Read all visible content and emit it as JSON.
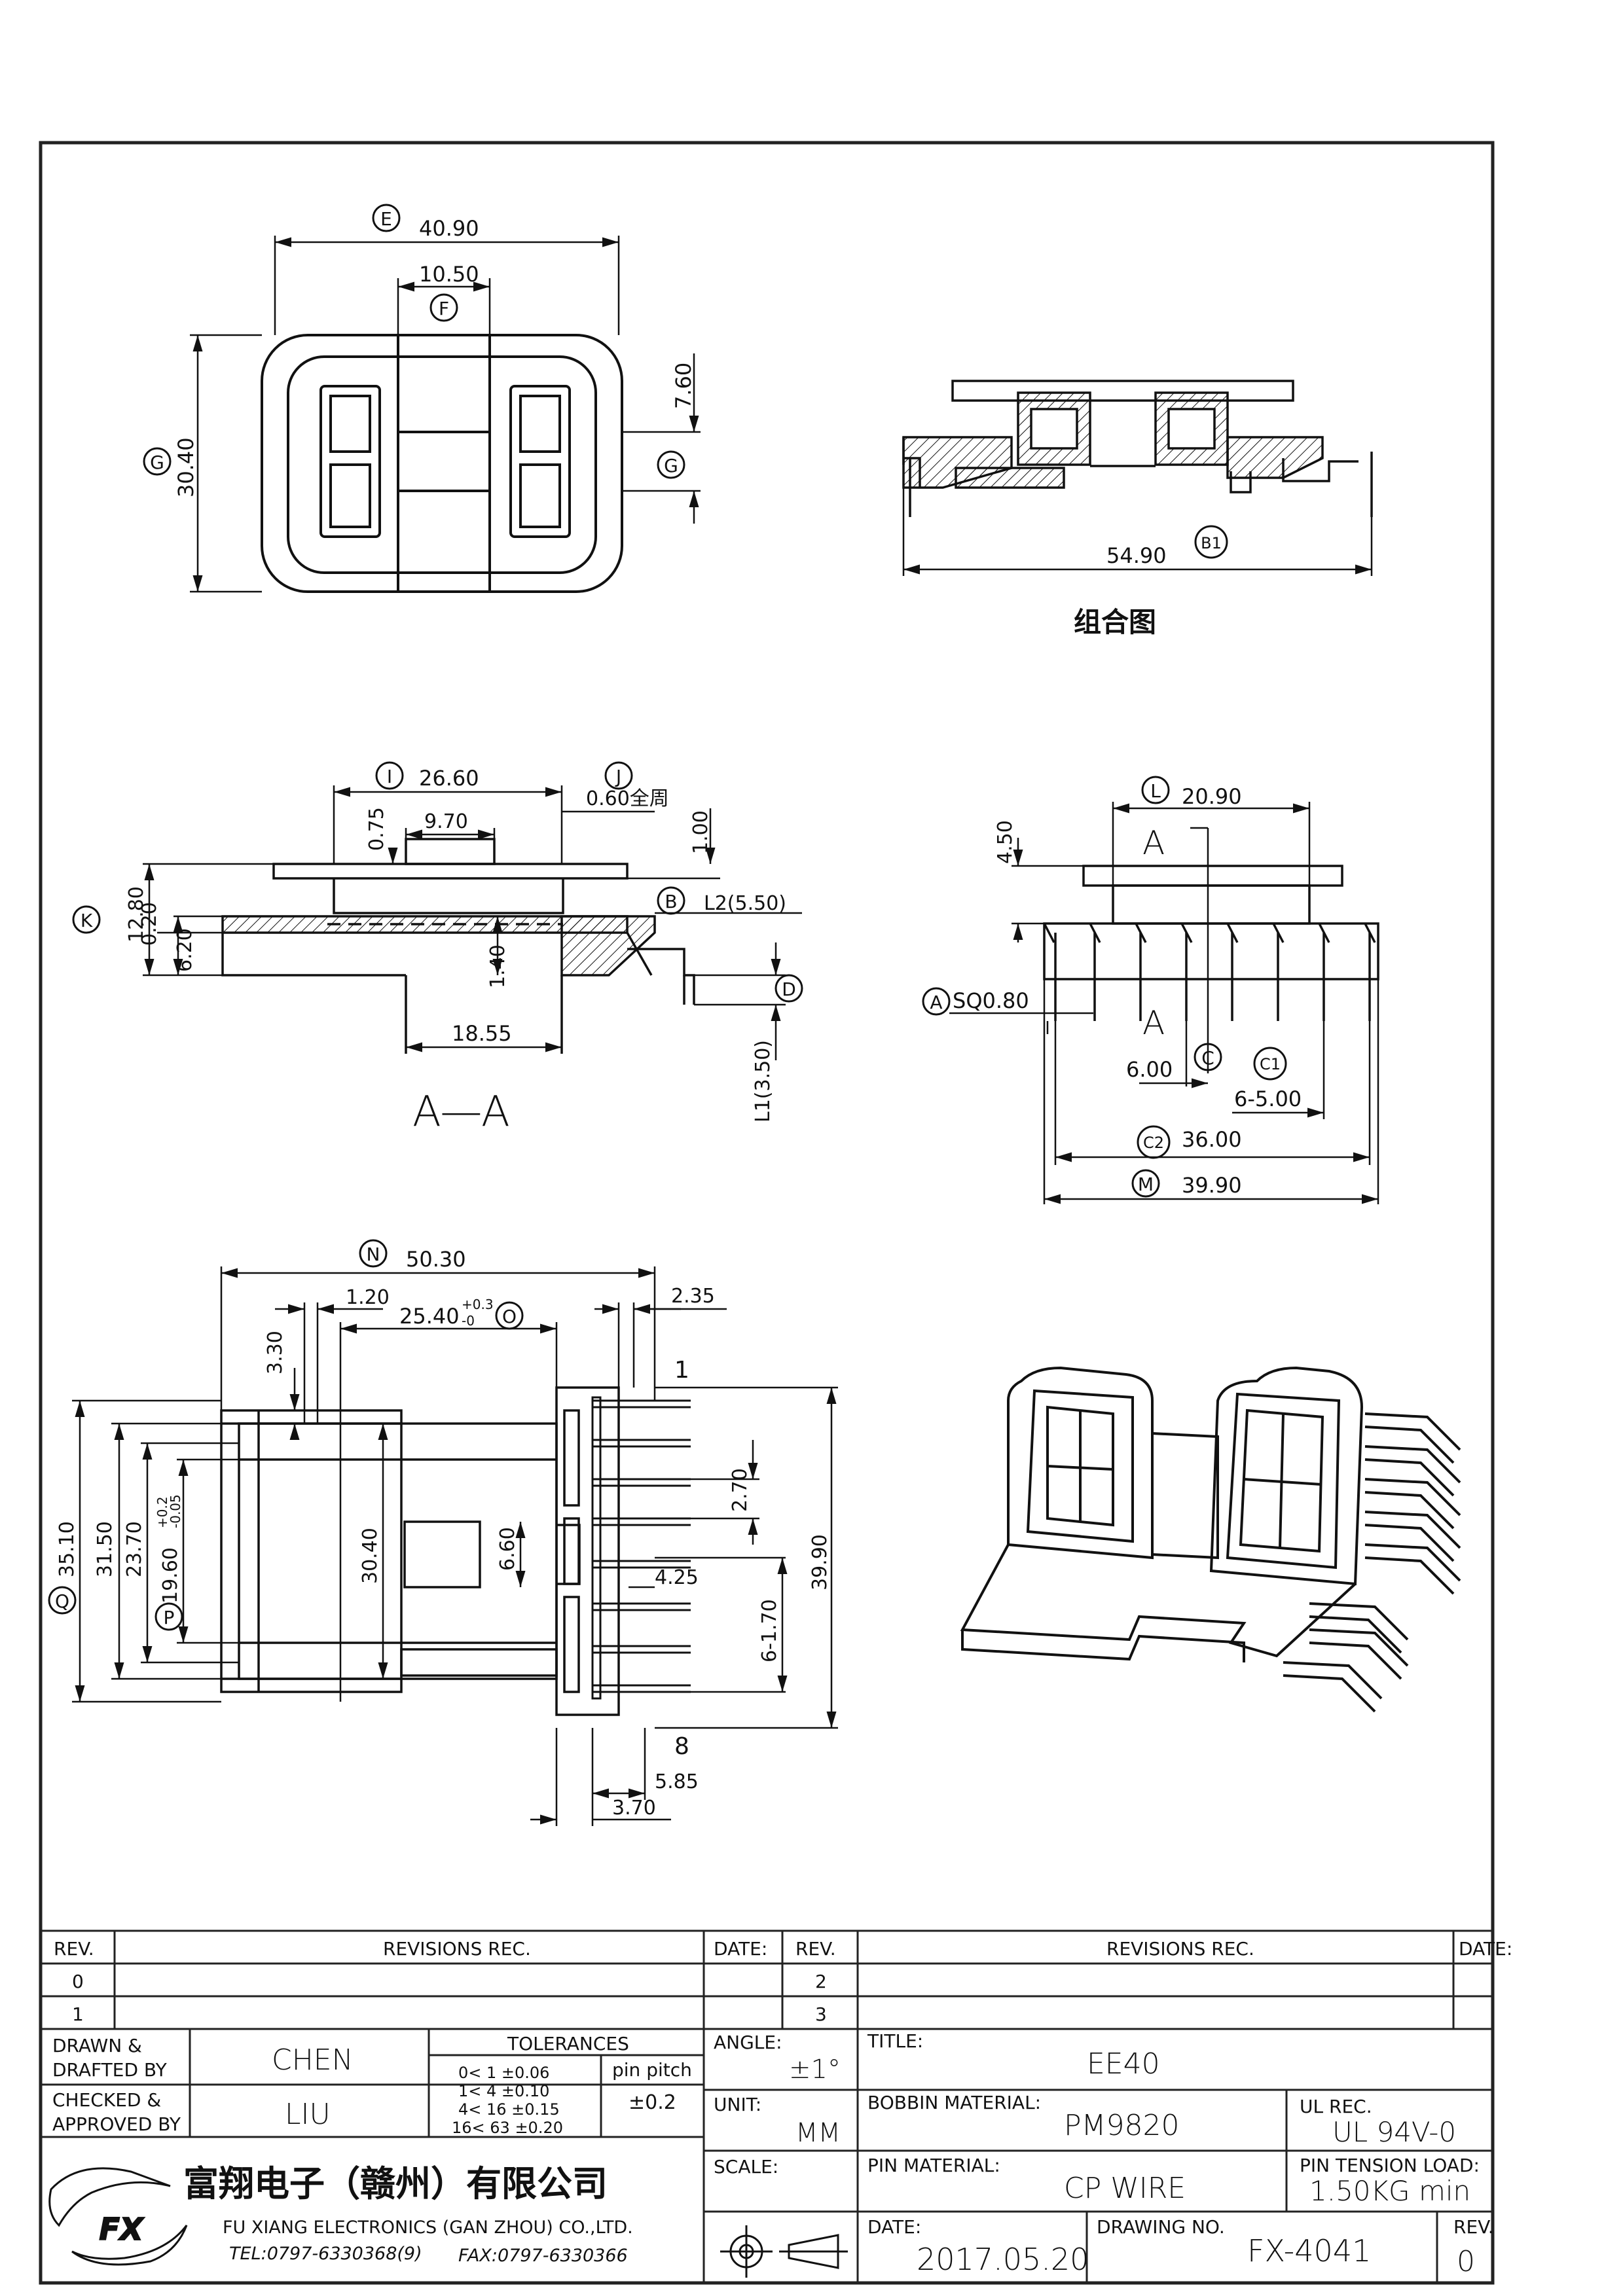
{
  "views": {
    "top": {
      "dim_e": "40.90",
      "dim_f": "10.50",
      "dim_g_height": "30.40",
      "dim_g_right": "7.60"
    },
    "assembly": {
      "dim_b1": "54.90",
      "caption": "组合图"
    },
    "section": {
      "dim_i": "26.60",
      "dim_j": "0.60全周",
      "dim_075": "0.75",
      "dim_970": "9.70",
      "dim_100": "1.00",
      "dim_k": "12.80",
      "dim_020": "0.20",
      "dim_620": "6.20",
      "dim_l2": "L2(5.50)",
      "dim_140": "1.40",
      "dim_1855": "18.55",
      "dim_l1": "L1(3.50)",
      "section_label": "A—A"
    },
    "side": {
      "dim_l": "20.90",
      "dim_450": "4.50",
      "section_mark": "A",
      "dim_a": "SQ0.80",
      "dim_600": "6.00",
      "dim_c1": "6-5.00",
      "dim_c2": "36.00",
      "dim_m": "39.90"
    },
    "bottom": {
      "dim_n": "50.30",
      "dim_120": "1.20",
      "dim_o": "25.40",
      "dim_o_tol_up": "+0.3",
      "dim_o_tol_dn": "-0",
      "dim_235": "2.35",
      "dim_330": "3.30",
      "pin_first": "1",
      "pin_last": "8",
      "dim_q": "35.10",
      "dim_3150": "31.50",
      "dim_2370": "23.70",
      "dim_p": "19.60",
      "dim_p_tol_up": "+0.2",
      "dim_p_tol_dn": "-0.05",
      "dim_3040": "30.40",
      "dim_660": "6.60",
      "dim_270": "2.70",
      "dim_425": "4.25",
      "dim_6x170": "6-1.70",
      "dim_3990": "39.90",
      "dim_585": "5.85",
      "dim_370": "3.70"
    }
  },
  "balloons": [
    "E",
    "F",
    "G",
    "B1",
    "I",
    "J",
    "K",
    "B",
    "D",
    "L",
    "C",
    "C1",
    "C2",
    "M",
    "A",
    "N",
    "O",
    "Q",
    "P"
  ],
  "title_block": {
    "rev_header": "REV.",
    "revisions_header": "REVISIONS   REC.",
    "date_header": "DATE:",
    "rev_rows_left": [
      "0",
      "1"
    ],
    "rev_rows_right": [
      "2",
      "3"
    ],
    "drawn_label_1": "DRAWN &",
    "drawn_label_2": "DRAFTED BY",
    "drawn_value": "CHEN",
    "checked_label_1": "CHECKED &",
    "checked_label_2": "APPROVED BY",
    "checked_value": "LIU",
    "tolerances_label": "TOLERANCES",
    "tolerance_rows": [
      "0<   1    ±0.06",
      "1<   4    ±0.10",
      "4<  16   ±0.15",
      "16<  63  ±0.20"
    ],
    "pin_pitch_label": "pin pitch",
    "pin_pitch_value": "±0.2",
    "angle_label": "ANGLE:",
    "angle_value": "±1°",
    "unit_label": "UNIT:",
    "unit_value": "MM",
    "scale_label": "SCALE:",
    "title_label": "TITLE:",
    "title_value": "EE40",
    "bobbin_label": "BOBBIN MATERIAL:",
    "bobbin_value": "PM9820",
    "ul_label": "UL REC.",
    "ul_value": "UL 94V-0",
    "pin_material_label": "PIN MATERIAL:",
    "pin_material_value": "CP  WIRE",
    "pin_tension_label": "PIN TENSION LOAD:",
    "pin_tension_value": "1.50KG  min",
    "date_label": "DATE:",
    "date_value": "2017.05.20",
    "drawing_no_label": "DRAWING NO.",
    "drawing_no_value": "FX-4041",
    "rev_label": "REV.",
    "rev_value": "0",
    "company_cn": "富翔电子（赣州）有限公司",
    "company_en": "FU XIANG ELECTRONICS (GAN ZHOU) CO.,LTD.",
    "tel": "TEL:0797-6330368(9)",
    "fax": "FAX:0797-6330366",
    "logo_text": "FX"
  }
}
